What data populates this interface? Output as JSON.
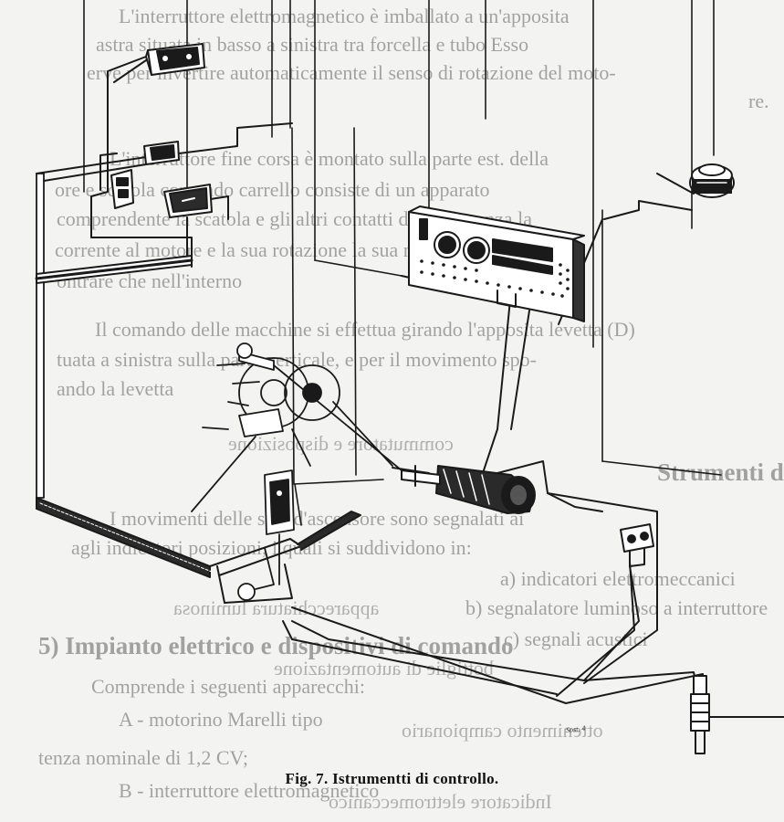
{
  "caption": {
    "figure_label": "Fig. 7.",
    "title": "Istrumentti di controllo."
  },
  "signature": "Sost. 4",
  "show_through": {
    "lines": [
      "L'interruttore elettromagnetico è imballato a un'apposita",
      "astra situata in basso a sinistra tra forcella e tubo Esso",
      "erve per invertire automaticamente il senso di rotazione del moto-",
      "re.",
      "L'interruttore fine corsa è montato sulla parte est. della",
      "ore e scatola comando carrello consiste di un apparato",
      "comprendente la scatola e gli altri contatti di scolleganza la",
      "corrente al motore e la sua rotazione la sua nel",
      "ontrare che nell'interno",
      "Il comando delle macchine si effettua girando l'apposita levetta (D)",
      "tuata a sinistra sulla parte verticale, e per il movimento spo-",
      "ando la levetta",
      "Strumenti di controllo",
      "I movimenti delle sale d'ascensore sono segnalati ai",
      "agli indicatori posizioni, i quali si suddividono in:",
      "a) indicatori elettromeccanici",
      "b) segnalatore luminoso a interruttore",
      "c) segnali acustici",
      "5) Impianto elettrico e dispositivi di comando",
      "Comprende i seguenti apparecchi:",
      "A - motorino Marelli tipo",
      "tenza nominale di 1,2 CV;",
      "B - interruttore elettromagnetico"
    ],
    "mirrored": [
      "bottiglie di automentazione",
      "ottenimento campionario",
      "Indicatore elettromeccanico",
      "apparecchiatura luminosa",
      "commutatore e disposizione"
    ]
  }
}
